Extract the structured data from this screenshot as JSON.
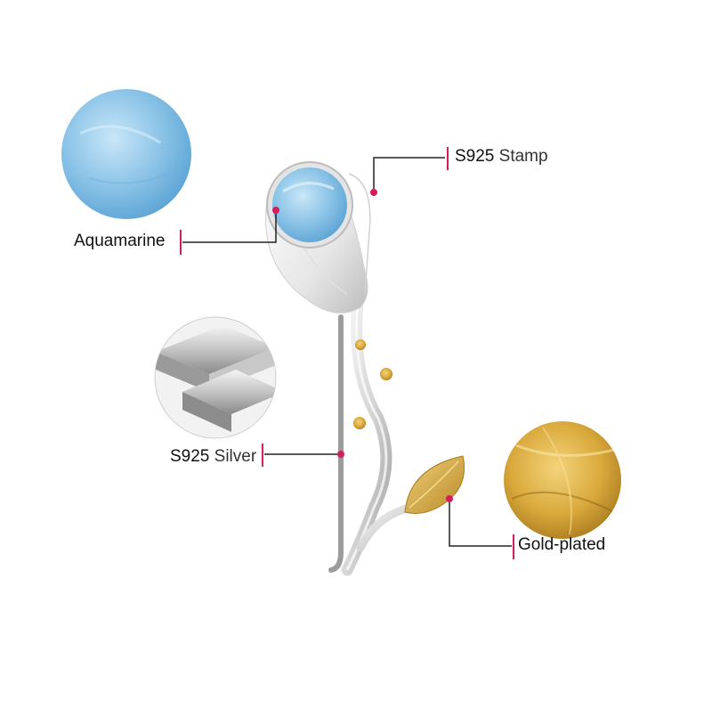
{
  "labels": {
    "stamp_code": "S925",
    "stamp_word": "Stamp",
    "aquamarine": "Aquamarine",
    "silver_code": "S925",
    "silver_word": "Silver",
    "gold": "Gold-plated"
  },
  "colors": {
    "callout_dot": "#d21e5a",
    "callout_line": "#222222",
    "aquamarine": "#8ec5e8",
    "silver": "#dcdcdc",
    "gold": "#d9a93c"
  }
}
